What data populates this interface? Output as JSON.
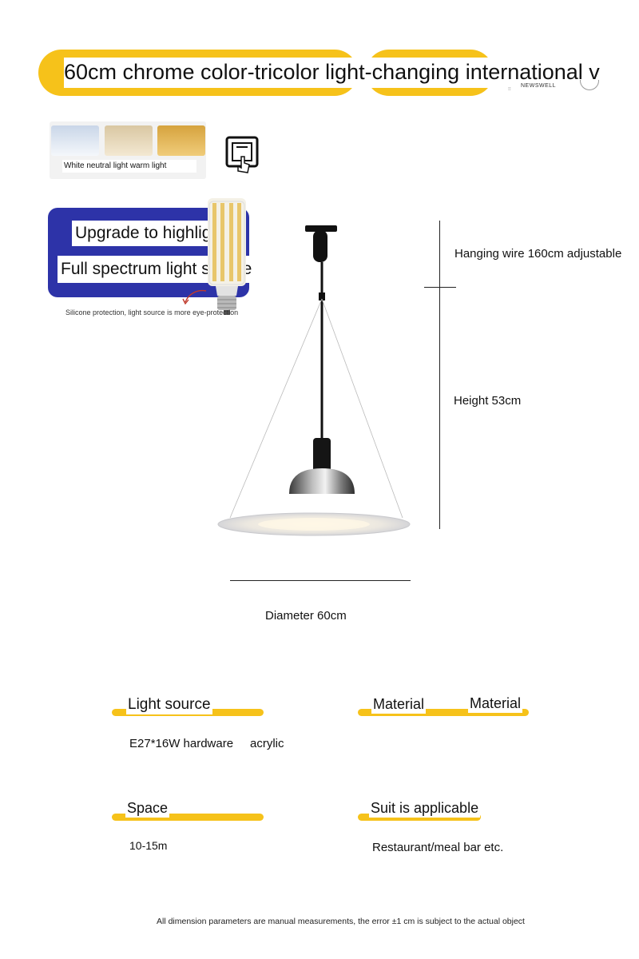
{
  "title": "60cm chrome color-tricolor light-changing international v",
  "brand": "NEWSWELL",
  "light_colors": {
    "label": "White neutral light warm light",
    "swatches": [
      "#e4ecf6",
      "#ecdcbd",
      "#e9bd62"
    ]
  },
  "upgrade": {
    "line1": "Upgrade to highlight",
    "line2": "Full spectrum light source",
    "note": "Silicone protection, light source is more eye-protection",
    "panel_color": "#2d33a8"
  },
  "dimensions": {
    "hanging_wire": "Hanging wire 160cm adjustable",
    "height": "Height 53cm",
    "diameter": "Diameter 60cm"
  },
  "specs": {
    "light_source": {
      "label": "Light source",
      "value": "E27*16W hardware"
    },
    "material_1": {
      "label": "Material",
      "value": "acrylic"
    },
    "material_2": {
      "label": "Material"
    },
    "space": {
      "label": "Space",
      "value": "10-15m"
    },
    "applicable": {
      "label": "Suit is applicable",
      "value": "Restaurant/meal bar etc."
    }
  },
  "footnote": "All dimension parameters are manual measurements, the error ±1 cm is subject to the actual object",
  "accent_color": "#f6c21a"
}
